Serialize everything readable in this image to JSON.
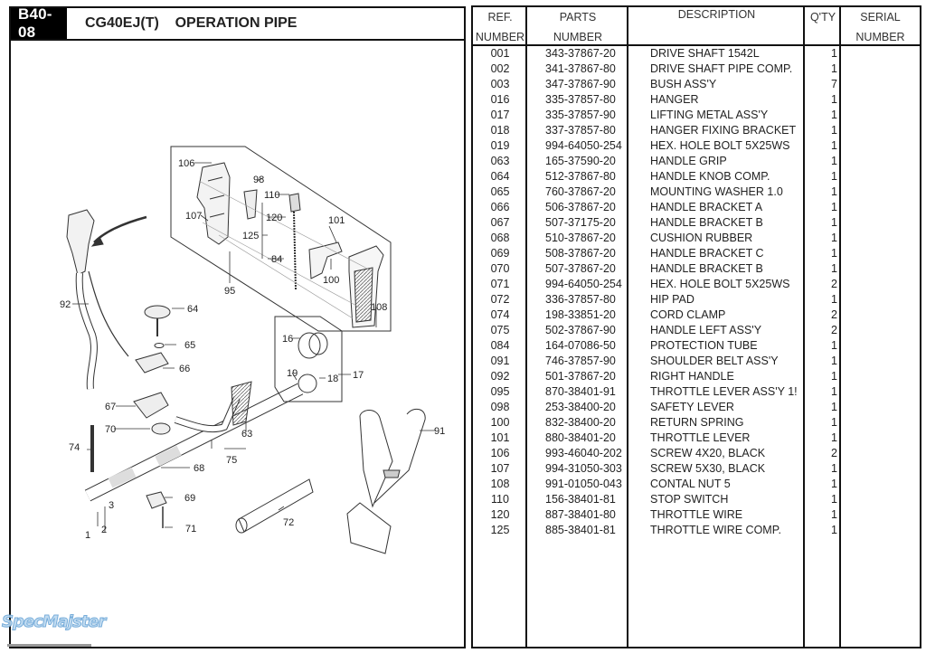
{
  "header": {
    "section_code": "B40-08",
    "title": "CG40EJ(T)    OPERATION PIPE"
  },
  "table": {
    "columns": [
      {
        "line1": "REF.",
        "line2": "NUMBER"
      },
      {
        "line1": "PARTS",
        "line2": "NUMBER"
      },
      {
        "line1": "DESCRIPTION",
        "line2": ""
      },
      {
        "line1": "Q'TY",
        "line2": ""
      },
      {
        "line1": "SERIAL",
        "line2": "NUMBER"
      }
    ],
    "rows": [
      {
        "ref": "001",
        "part": "343-37867-20",
        "desc": "DRIVE SHAFT 1542L",
        "qty": "1",
        "serial": ""
      },
      {
        "ref": "002",
        "part": "341-37867-80",
        "desc": "DRIVE SHAFT PIPE COMP.",
        "qty": "1",
        "serial": ""
      },
      {
        "ref": "003",
        "part": "347-37867-90",
        "desc": "BUSH ASS'Y",
        "qty": "7",
        "serial": ""
      },
      {
        "ref": "016",
        "part": "335-37857-80",
        "desc": "HANGER",
        "qty": "1",
        "serial": ""
      },
      {
        "ref": "017",
        "part": "335-37857-90",
        "desc": "LIFTING METAL ASS'Y",
        "qty": "1",
        "serial": ""
      },
      {
        "ref": "018",
        "part": "337-37857-80",
        "desc": "HANGER FIXING BRACKET",
        "qty": "1",
        "serial": ""
      },
      {
        "ref": "019",
        "part": "994-64050-254",
        "desc": "HEX. HOLE BOLT 5X25WS",
        "qty": "1",
        "serial": ""
      },
      {
        "ref": "063",
        "part": "165-37590-20",
        "desc": "HANDLE GRIP",
        "qty": "1",
        "serial": ""
      },
      {
        "ref": "064",
        "part": "512-37867-80",
        "desc": "HANDLE KNOB COMP.",
        "qty": "1",
        "serial": ""
      },
      {
        "ref": "065",
        "part": "760-37867-20",
        "desc": "MOUNTING WASHER 1.0",
        "qty": "1",
        "serial": ""
      },
      {
        "ref": "066",
        "part": "506-37867-20",
        "desc": "HANDLE BRACKET A",
        "qty": "1",
        "serial": ""
      },
      {
        "ref": "067",
        "part": "507-37175-20",
        "desc": "HANDLE BRACKET B",
        "qty": "1",
        "serial": ""
      },
      {
        "ref": "068",
        "part": "510-37867-20",
        "desc": "CUSHION RUBBER",
        "qty": "1",
        "serial": ""
      },
      {
        "ref": "069",
        "part": "508-37867-20",
        "desc": "HANDLE BRACKET C",
        "qty": "1",
        "serial": ""
      },
      {
        "ref": "070",
        "part": "507-37867-20",
        "desc": "HANDLE BRACKET B",
        "qty": "1",
        "serial": ""
      },
      {
        "ref": "071",
        "part": "994-64050-254",
        "desc": "HEX. HOLE BOLT 5X25WS",
        "qty": "2",
        "serial": ""
      },
      {
        "ref": "072",
        "part": "336-37857-80",
        "desc": "HIP PAD",
        "qty": "1",
        "serial": ""
      },
      {
        "ref": "074",
        "part": "198-33851-20",
        "desc": "CORD CLAMP",
        "qty": "2",
        "serial": ""
      },
      {
        "ref": "075",
        "part": "502-37867-90",
        "desc": "HANDLE LEFT ASS'Y",
        "qty": "2",
        "serial": ""
      },
      {
        "ref": "084",
        "part": "164-07086-50",
        "desc": "PROTECTION TUBE",
        "qty": "1",
        "serial": ""
      },
      {
        "ref": "091",
        "part": "746-37857-90",
        "desc": "SHOULDER BELT ASS'Y",
        "qty": "1",
        "serial": ""
      },
      {
        "ref": "092",
        "part": "501-37867-20",
        "desc": "RIGHT HANDLE",
        "qty": "1",
        "serial": ""
      },
      {
        "ref": "095",
        "part": "870-38401-91",
        "desc": "THROTTLE LEVER ASS'Y 1!",
        "qty": "1",
        "serial": ""
      },
      {
        "ref": "098",
        "part": "253-38400-20",
        "desc": "SAFETY LEVER",
        "qty": "1",
        "serial": ""
      },
      {
        "ref": "100",
        "part": "832-38400-20",
        "desc": "RETURN SPRING",
        "qty": "1",
        "serial": ""
      },
      {
        "ref": "101",
        "part": "880-38401-20",
        "desc": "THROTTLE LEVER",
        "qty": "1",
        "serial": ""
      },
      {
        "ref": "106",
        "part": "993-46040-202",
        "desc": "SCREW 4X20, BLACK",
        "qty": "2",
        "serial": ""
      },
      {
        "ref": "107",
        "part": "994-31050-303",
        "desc": "SCREW 5X30, BLACK",
        "qty": "1",
        "serial": ""
      },
      {
        "ref": "108",
        "part": "991-01050-043",
        "desc": "CONTAL NUT 5",
        "qty": "1",
        "serial": ""
      },
      {
        "ref": "110",
        "part": "156-38401-81",
        "desc": "STOP SWITCH",
        "qty": "1",
        "serial": ""
      },
      {
        "ref": "120",
        "part": "887-38401-80",
        "desc": "THROTTLE WIRE",
        "qty": "1",
        "serial": ""
      },
      {
        "ref": "125",
        "part": "885-38401-81",
        "desc": "THROTTLE WIRE COMP.",
        "qty": "1",
        "serial": ""
      }
    ]
  },
  "diagram": {
    "callouts": [
      "106",
      "98",
      "110",
      "120",
      "107",
      "125",
      "101",
      "84",
      "100",
      "95",
      "108",
      "92",
      "64",
      "65",
      "66",
      "16",
      "19",
      "18",
      "17",
      "67",
      "63",
      "91",
      "70",
      "74",
      "75",
      "68",
      "69",
      "3",
      "2",
      "1",
      "71",
      "72"
    ]
  },
  "watermark": "SpecMajster"
}
